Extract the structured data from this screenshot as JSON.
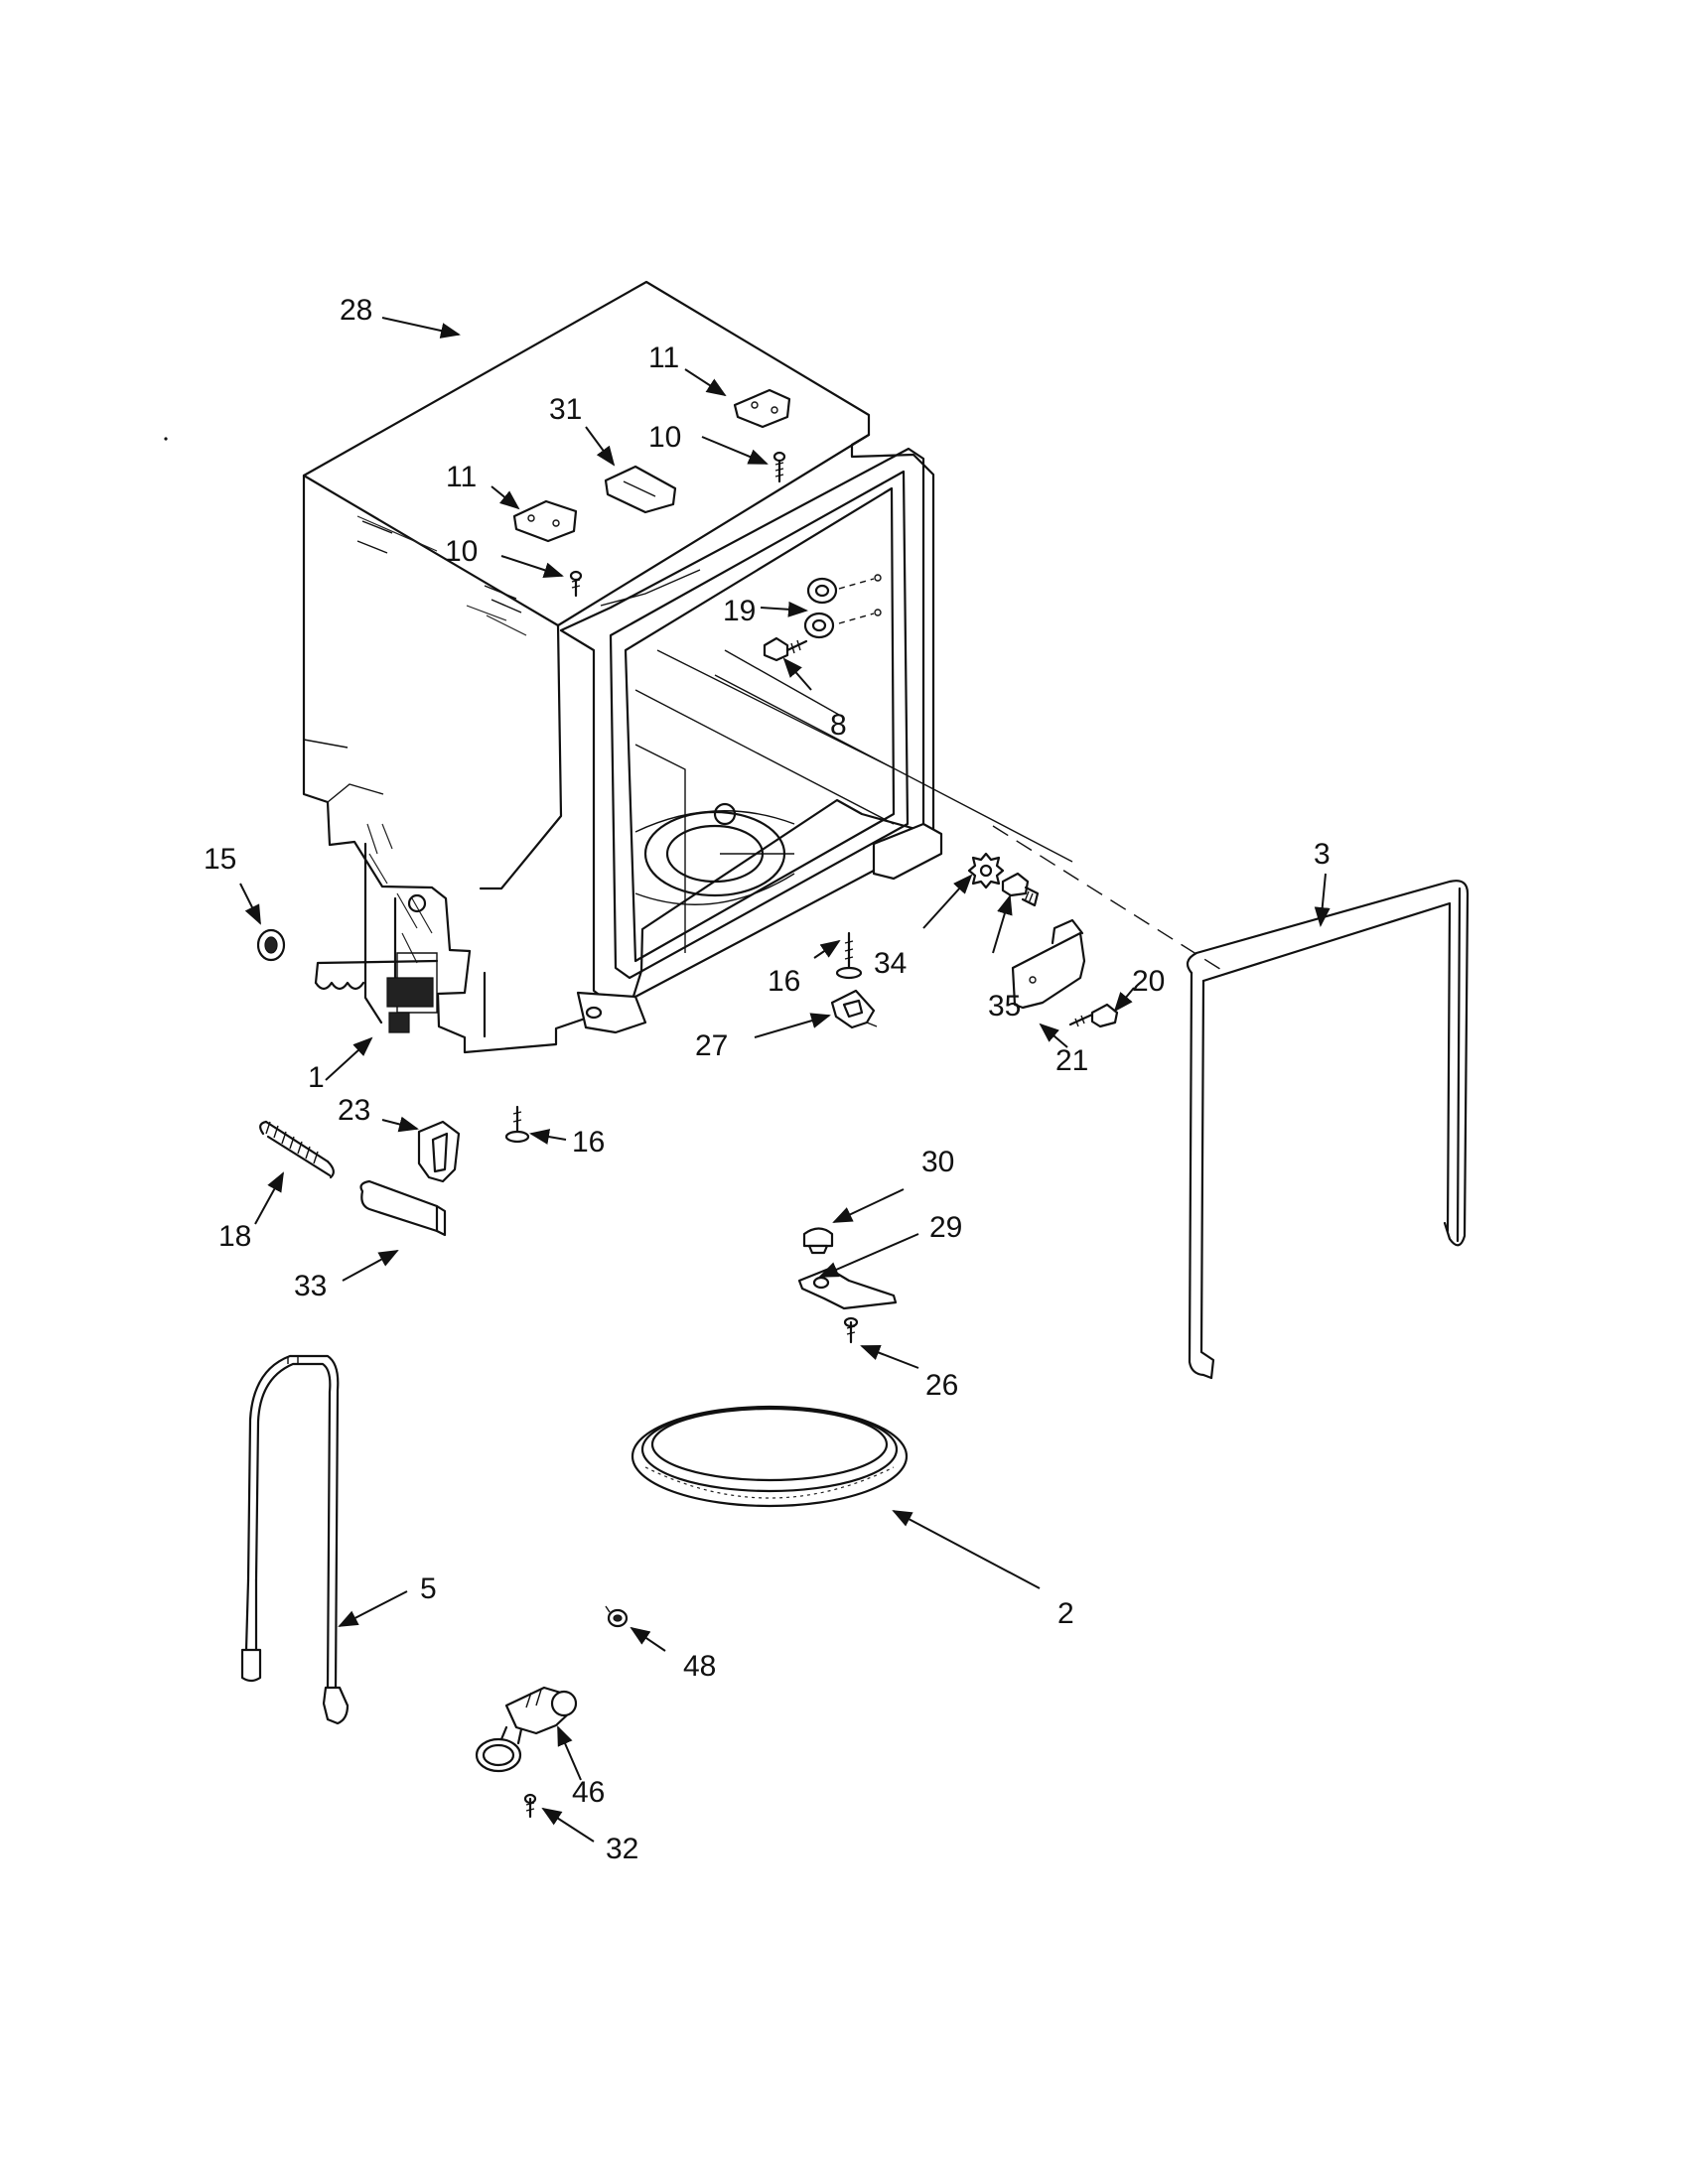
{
  "callouts": [
    {
      "id": "c-28",
      "label": "28",
      "part": "tub-assembly"
    },
    {
      "id": "c-11a",
      "label": "11",
      "part": "hinge-bracket-right"
    },
    {
      "id": "c-10a",
      "label": "10",
      "part": "screw-right"
    },
    {
      "id": "c-31",
      "label": "31",
      "part": "vent-bracket"
    },
    {
      "id": "c-11b",
      "label": "11",
      "part": "hinge-bracket-left"
    },
    {
      "id": "c-10b",
      "label": "10",
      "part": "screw-left"
    },
    {
      "id": "c-19",
      "label": "19",
      "part": "rack-rollers"
    },
    {
      "id": "c-8",
      "label": "8",
      "part": "roller-screw"
    },
    {
      "id": "c-15",
      "label": "15",
      "part": "nut"
    },
    {
      "id": "c-3",
      "label": "3",
      "part": "door-gasket"
    },
    {
      "id": "c-16a",
      "label": "16",
      "part": "leveling-leg-front"
    },
    {
      "id": "c-34",
      "label": "34",
      "part": "star-washer"
    },
    {
      "id": "c-35",
      "label": "35",
      "part": "bolt"
    },
    {
      "id": "c-20",
      "label": "20",
      "part": "screw-bracket"
    },
    {
      "id": "c-27",
      "label": "27",
      "part": "leg-clip"
    },
    {
      "id": "c-21",
      "label": "21",
      "part": "mounting-bracket"
    },
    {
      "id": "c-1",
      "label": "1",
      "part": "base-frame"
    },
    {
      "id": "c-23",
      "label": "23",
      "part": "door-spring-link"
    },
    {
      "id": "c-16b",
      "label": "16",
      "part": "leveling-leg-rear"
    },
    {
      "id": "c-18",
      "label": "18",
      "part": "door-spring"
    },
    {
      "id": "c-33",
      "label": "33",
      "part": "pad"
    },
    {
      "id": "c-30",
      "label": "30",
      "part": "thermostat"
    },
    {
      "id": "c-29",
      "label": "29",
      "part": "thermostat-bracket"
    },
    {
      "id": "c-26",
      "label": "26",
      "part": "screw-thermostat"
    },
    {
      "id": "c-5",
      "label": "5",
      "part": "heating-element"
    },
    {
      "id": "c-2",
      "label": "2",
      "part": "sump-gasket"
    },
    {
      "id": "c-48",
      "label": "48",
      "part": "nut-small"
    },
    {
      "id": "c-46",
      "label": "46",
      "part": "hose-clamp"
    },
    {
      "id": "c-32",
      "label": "32",
      "part": "screw-clamp"
    }
  ]
}
